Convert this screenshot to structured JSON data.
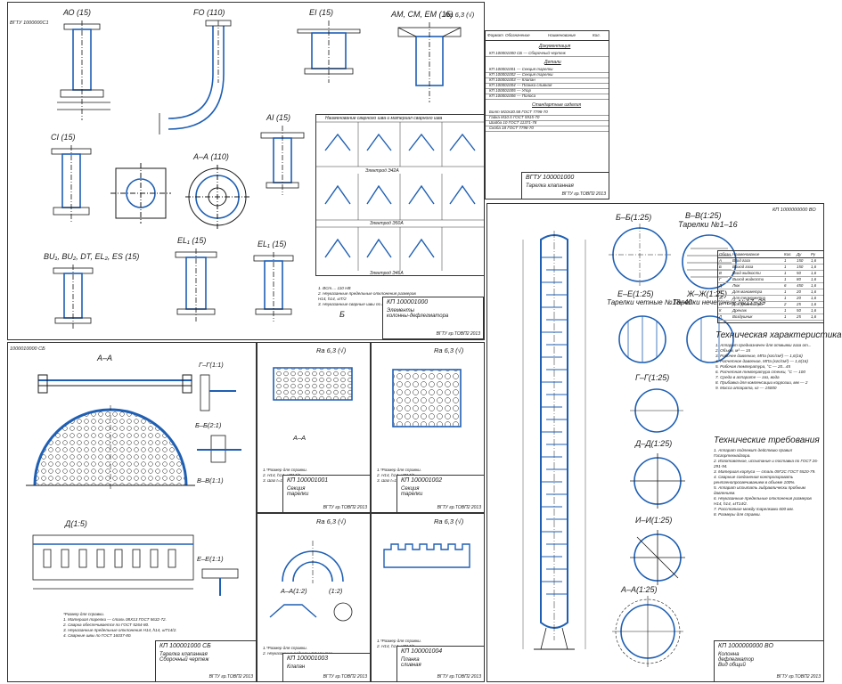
{
  "sheet1": {
    "code": "ВГТУ 1000000С1",
    "drawings": {
      "ao": "АО (15)",
      "fo": "FО (110)",
      "ei": "EI (15)",
      "am": "AM, CM, EM (15)",
      "ci": "CI (15)",
      "aa": "А–А (110)",
      "ai": "AI (15)",
      "bu": "BU₁, BU₂, DT, EL₂, ES (15)",
      "el1": "EL₁ (15)",
      "el1b": "EL₁ (15)"
    },
    "roughness": "Ra 6,3 (√)",
    "note": "1. ВСт.... 110 НВ\n2. Неуказанные предельные отклонения размеров Н14, h14, ±IT/2\n3. Неуказанные сварные швы по ГОСТ ...",
    "bview": "Б",
    "stamp_code": "КП 100001000",
    "stamp_name": "Элементы\nколонны-дефлегматора",
    "stamp_org": "ВГТУ гр.ТОВП2 2013",
    "table_header": "Наименование сварного шва и материал сварного шва",
    "welds": [
      "Электрод Э42А",
      "Электрод Э50А",
      "Электрод Э46А"
    ]
  },
  "sheet2": {
    "cols": [
      "Формат",
      "Обозначение",
      "Наименование",
      "Кол."
    ],
    "sections": [
      "Документация",
      "Детали",
      "Стандартные изделия"
    ],
    "rows": [
      "КП 100001000 СБ — Сборочный чертеж",
      "КП 100001001 — Секция тарелки",
      "КП 100001002 — Секция тарелки",
      "КП 100001003 — Клапан",
      "КП 100001004 — Планка сливная",
      "КП 100001005 — Упор",
      "КП 100001006 — Полоса",
      "Болт М10х30.58 ГОСТ 7798-70",
      "Гайка М10.5 ГОСТ 5915-70",
      "Шайба 10 ГОСТ 11371-78",
      "Скоба 18 ГОСТ 7798-70"
    ],
    "stamp_code": "ВГТУ 100001000",
    "stamp_name": "Тарелка клапанная",
    "stamp_org": "ВГТУ гр.ТОВП2 2013"
  },
  "sheet3": {
    "code": "1000010000 СБ",
    "views": {
      "aa": "А–А",
      "g": "Г–Г(1:1)",
      "b": "Б–Б(2:1)",
      "v": "В–В(1:1)",
      "d": "Д(1:5)",
      "e": "Е–Е(1:1)"
    },
    "note": "*Размер для справки.\n1. Материал тарелки — сталь 08Х13 ГОСТ 5632-72.\n2. Сварка обеспечивается по ГОСТ 5264-80.\n3. Неуказанные предельные отклонения H14, h14, ±IT14/2.\n4. Сварные швы по ГОСТ 16037-80.",
    "stamp_code": "КП 100001000 СБ",
    "stamp_name": "Тарелка клапанная\nСборочный чертеж",
    "stamp_org": "ВГТУ гр.ТОВП2 2013"
  },
  "part1": {
    "roughness": "Ra 6,3 (√)",
    "view": "А–А",
    "note": "1.*Размер для справки.\n2. Н14, h14, ±IT14/2.\n3. Шаг t=100 мм.",
    "stamp_code": "КП 100001001",
    "stamp_name": "Секция\nтарелки",
    "stamp_org": "ВГТУ гр.ТОВП2 2013"
  },
  "part2": {
    "roughness": "Ra 6,3 (√)",
    "note": "1.*Размер для справки.\n2. Н14, h14, ±IT14/2.\n3. Шаг t=100 мм.",
    "stamp_code": "КП 100001002",
    "stamp_name": "Секция\nтарелки",
    "stamp_org": "ВГТУ гр.ТОВП2 2013"
  },
  "part3": {
    "roughness": "Ra 6,3 (√)",
    "view_a": "А–А(1:2)",
    "view_b": "(1:2)",
    "note": "1.*Размер для справки.\n2. Неуказанные радиусы 2,5 мм max.",
    "stamp_code": "КП 100001003",
    "stamp_name": "Клапан",
    "stamp_org": "ВГТУ гр.ТОВП2 2013"
  },
  "part4": {
    "roughness": "Ra 6,3 (√)",
    "note": "1.*Размер для справки.\n2. Н14, h14, ±IT14/2.",
    "stamp_code": "КП 100001004",
    "stamp_name": "Планка\nсливная",
    "stamp_org": "ВГТУ гр.ТОВП2 2013"
  },
  "sheet4": {
    "code": "КП 1000000000 ВО",
    "views": {
      "bb": "Б–Б(1:25)",
      "vv": "В–В(1:25)",
      "vv_sub": "Тарелки №1–16",
      "ee": "Е–Е(1:25)",
      "ee_sub": "Тарелки четные №18–40",
      "zz": "Ж–Ж(1:25)",
      "zz_sub": "Тарелки нечетные №17–39",
      "gg": "Г–Г(1:25)",
      "dd": "Д–Д(1:25)",
      "ii": "И–И(1:25)",
      "aa": "А–А(1:25)"
    },
    "tech_title": "Техническая характеристика",
    "tech_text": "1. Аппарат предназначен для отмывки газа от...\n2. Объем, м³ — 15\n3. Рабочее давление, МПа (кгс/см²) — 1,6(16)\n4. Расчетное давление, МПа (кгс/см²) — 1,6(16)\n5. Рабочая температура, °С — 20...45\n6. Расчетная температура стенки, °С — 100\n7. Среда в аппарате — газ, вода\n8. Прибавка для компенсации коррозии, мм — 2\n9. Масса аппарата, кг — 15000",
    "req_title": "Технические требования",
    "req_text": "1. Аппарат подлежит действию правил Госгортехнадзора.\n2. Изготовление, испытание и поставка по ГОСТ 26-291-94.\n3. Материал корпуса — сталь 09Г2С ГОСТ 5520-79.\n4. Сварные соединения контролировать рентгенопросвечиванием в объеме 100%.\n5. Аппарат испытать гидравлически пробным давлением.\n6. Неуказанные предельные отклонения размеров H14, h14, ±IT14/2.\n7. Расстояние между тарелками 600 мм.\n8. Размеры для справки.",
    "nozzle_cols": [
      "Обозн.",
      "Наименование",
      "Кол.",
      "Ду",
      "Ру"
    ],
    "nozzles": [
      [
        "А",
        "Вход газа",
        "1",
        "150",
        "1,6"
      ],
      [
        "Б",
        "Выход газа",
        "1",
        "150",
        "1,6"
      ],
      [
        "В",
        "Вход жидкости",
        "1",
        "50",
        "1,6"
      ],
      [
        "Г",
        "Выход жидкости",
        "1",
        "80",
        "1,6"
      ],
      [
        "Д",
        "Люк",
        "6",
        "450",
        "1,6"
      ],
      [
        "Е",
        "Для манометра",
        "1",
        "20",
        "1,6"
      ],
      [
        "Ж",
        "Для термометра",
        "1",
        "20",
        "1,6"
      ],
      [
        "И",
        "Для уровнемера",
        "2",
        "25",
        "1,6"
      ],
      [
        "К",
        "Дренаж",
        "1",
        "50",
        "1,6"
      ],
      [
        "Л",
        "Воздушник",
        "1",
        "25",
        "1,6"
      ]
    ],
    "stamp_code": "КП 1000000000 ВО",
    "stamp_name": "Колонна\nдефлегматор\nВид общий",
    "stamp_org": "ВГТУ гр.ТОВП2 2013"
  },
  "colors": {
    "accent": "#1f5fb3",
    "ink": "#1a1a1a",
    "hatch": "#555555"
  }
}
